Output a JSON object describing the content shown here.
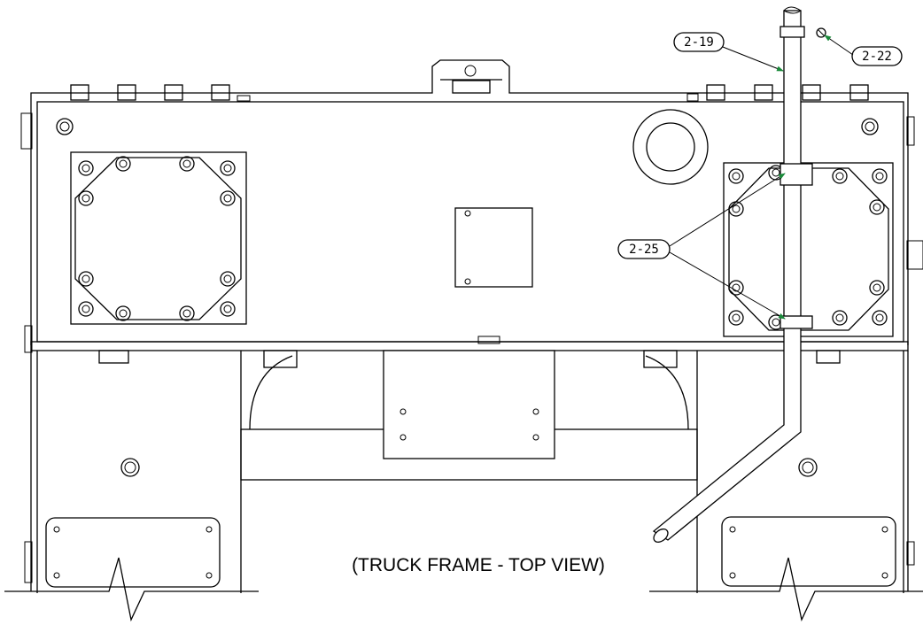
{
  "caption": "(TRUCK FRAME - TOP VIEW)",
  "callouts": {
    "c_2_19": "2-19",
    "c_2_22": "2-22",
    "c_2_25": "2-25"
  },
  "colors": {
    "line": "#000000",
    "arrow": "#1a8a3a",
    "background": "#ffffff"
  }
}
